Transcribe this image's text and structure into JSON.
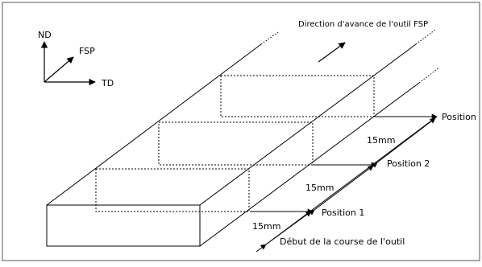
{
  "diagram": {
    "axes": {
      "nd": "ND",
      "fsp": "FSP",
      "td": "TD"
    },
    "direction_label": "Direction d'avance de l'outil FSP",
    "position_top": "Position",
    "position_2": "Position 2",
    "position_1": "Position 1",
    "spacing_top": "15mm",
    "spacing_mid": "15mm",
    "spacing_bottom": "15mm",
    "start_label": "Début de la course de l'outil",
    "colors": {
      "line": "#000000",
      "background": "#ffffff"
    }
  }
}
